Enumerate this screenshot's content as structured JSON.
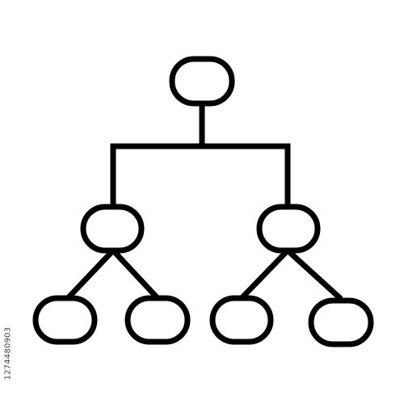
{
  "diagram": {
    "type": "hierarchy-tree",
    "stroke_color": "#000000",
    "fill_color": "#ffffff",
    "nodes": [
      {
        "id": "root",
        "level": 0,
        "parent": null
      },
      {
        "id": "left-branch",
        "level": 1,
        "parent": "root"
      },
      {
        "id": "right-branch",
        "level": 1,
        "parent": "root"
      },
      {
        "id": "leaf-1",
        "level": 2,
        "parent": "left-branch"
      },
      {
        "id": "leaf-2",
        "level": 2,
        "parent": "left-branch"
      },
      {
        "id": "leaf-3",
        "level": 2,
        "parent": "right-branch"
      },
      {
        "id": "leaf-4",
        "level": 2,
        "parent": "right-branch"
      }
    ]
  },
  "watermark": {
    "image_id": "1274480903"
  }
}
